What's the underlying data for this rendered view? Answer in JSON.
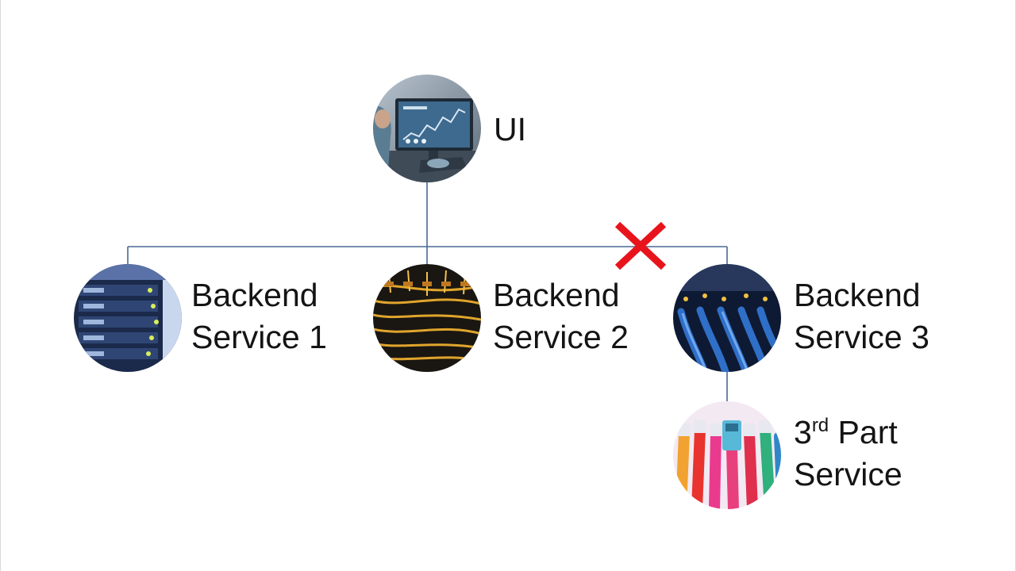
{
  "diagram": {
    "nodes": [
      {
        "id": "ui",
        "label_lines": [
          "UI"
        ],
        "image": "analytics-dashboard-monitor"
      },
      {
        "id": "backend1",
        "label_lines": [
          "Backend",
          "Service 1"
        ],
        "image": "server-rack"
      },
      {
        "id": "backend2",
        "label_lines": [
          "Backend",
          "Service 2"
        ],
        "image": "fiber-optic-cables"
      },
      {
        "id": "backend3",
        "label_lines": [
          "Backend",
          "Service 3"
        ],
        "image": "network-switch-cables"
      },
      {
        "id": "thirdparty",
        "label_lines": [
          "3",
          "rd",
          " Part",
          "Service"
        ],
        "image": "colorful-ethernet-cables"
      }
    ],
    "edges": [
      {
        "from": "ui",
        "to": "backend1"
      },
      {
        "from": "ui",
        "to": "backend2"
      },
      {
        "from": "ui",
        "to": "backend3",
        "status": "broken"
      },
      {
        "from": "backend3",
        "to": "thirdparty"
      }
    ],
    "broken_marker": "red-x-icon",
    "colors": {
      "connector": "#4a6894",
      "broken_marker": "#e8141c",
      "text": "#141414"
    }
  }
}
